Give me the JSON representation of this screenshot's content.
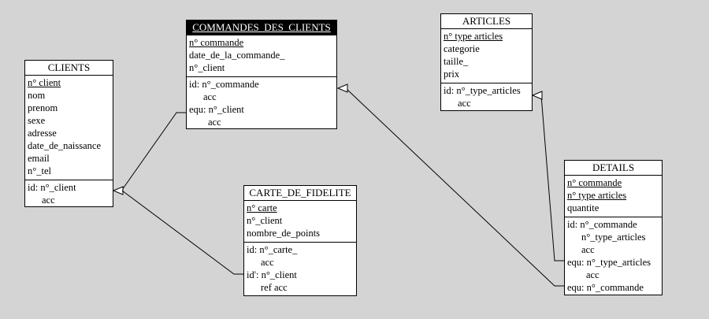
{
  "entities": {
    "clients": {
      "title": "CLIENTS",
      "attributes": [
        "n° client",
        "nom",
        "prenom",
        "sexe",
        "adresse",
        "date_de_naissance",
        "email",
        "n°_tel"
      ],
      "constraints": [
        "id: n°_client",
        "acc"
      ]
    },
    "commandes": {
      "title": "COMMANDES_DES_CLIENTS",
      "attributes": [
        "n° commande",
        "date_de_la_commande_",
        "n°_client"
      ],
      "constraints": [
        "id: n°_commande",
        "acc",
        "equ: n°_client",
        "acc"
      ]
    },
    "articles": {
      "title": "ARTICLES",
      "attributes": [
        "n° type articles",
        "categorie",
        "taille_",
        "prix"
      ],
      "constraints": [
        "id: n°_type_articles",
        "acc"
      ]
    },
    "carte": {
      "title": "CARTE_DE_FIDELITE",
      "attributes": [
        "n° carte",
        "n°_client",
        "nombre_de_points"
      ],
      "constraints": [
        "id: n°_carte_",
        "acc",
        "id': n°_client",
        "ref acc"
      ]
    },
    "details": {
      "title": "DETAILS",
      "attributes": [
        "n° commande",
        "n° type articles",
        "quantite"
      ],
      "constraints": [
        "id: n°_commande",
        "n°_type_articles",
        "acc",
        "equ: n°_type_articles",
        "acc",
        "equ: n°_commande"
      ]
    }
  }
}
